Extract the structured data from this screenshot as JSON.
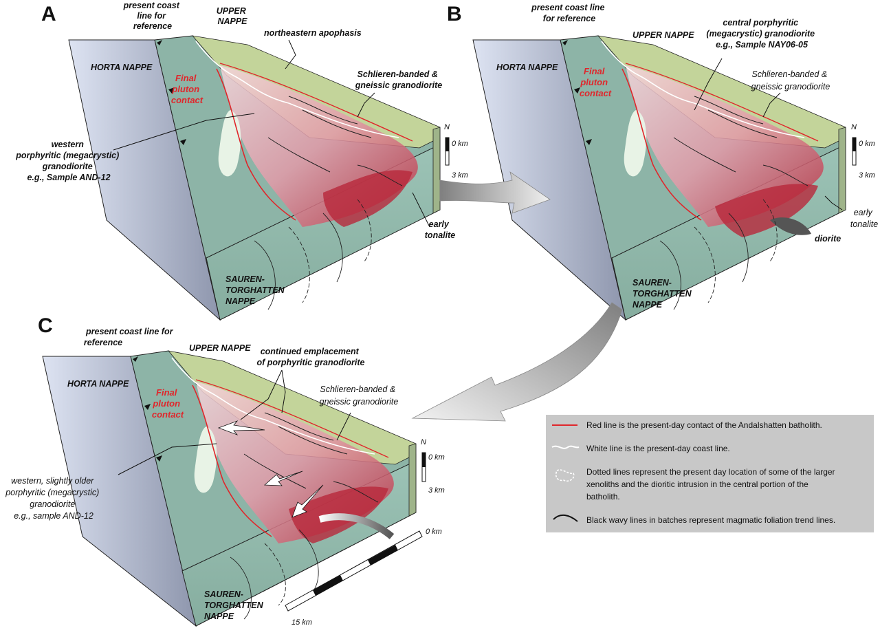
{
  "panels": [
    {
      "letter": "A",
      "coast_ref": [
        "present coast",
        "line for",
        "reference"
      ],
      "upper_nappe": [
        "UPPER",
        "NAPPE"
      ],
      "horta_nappe": "HORTA NAPPE",
      "final_contact": [
        "Final",
        "pluton",
        "contact"
      ],
      "apophasis": "northeastern apophasis",
      "schlieren": [
        "Schlieren-banded &",
        "gneissic granodiorite"
      ],
      "porphyritic": [
        "western",
        "porphyritic (megacrystic)",
        "granodiorite",
        "e.g., Sample AND-12"
      ],
      "early_tonalite": [
        "early",
        "tonalite"
      ],
      "sauren": [
        "SAUREN-",
        "TORGHATTEN",
        "NAPPE"
      ],
      "scale_top": "0 km",
      "scale_bottom": "3 km",
      "north": "N"
    },
    {
      "letter": "B",
      "coast_ref": [
        "present coast line",
        "for reference"
      ],
      "upper_nappe": [
        "UPPER NAPPE"
      ],
      "horta_nappe": "HORTA NAPPE",
      "final_contact": [
        "Final",
        "pluton",
        "contact"
      ],
      "central": [
        "central porphyritic",
        "(megacrystic) granodiorite",
        "e.g., Sample NAY06-05"
      ],
      "schlieren": [
        "Schlieren-banded &",
        "gneissic granodiorite"
      ],
      "early_tonalite": [
        "early",
        "tonalite"
      ],
      "diorite": "diorite",
      "sauren": [
        "SAUREN-",
        "TORGHATTEN",
        "NAPPE"
      ],
      "scale_top": "0 km",
      "scale_bottom": "3 km",
      "north": "N"
    },
    {
      "letter": "C",
      "coast_ref": [
        "present coast line for",
        "reference"
      ],
      "upper_nappe": [
        "UPPER NAPPE"
      ],
      "horta_nappe": "HORTA NAPPE",
      "final_contact": [
        "Final",
        "pluton",
        "contact"
      ],
      "continued": [
        "continued emplacement",
        "of porphyritic granodiorite"
      ],
      "schlieren": [
        "Schlieren-banded &",
        "gneissic granodiorite"
      ],
      "western": [
        "western, slightly older",
        "porphyritic (megacrystic)",
        "granodiorite",
        "e.g., sample AND-12"
      ],
      "sauren": [
        "SAUREN-",
        "TORGHATTEN",
        "NAPPE"
      ],
      "scale_top": "0 km",
      "scale_bottom": "3 km",
      "horiz_scale_start": "0 km",
      "horiz_scale_end": "15 km",
      "north": "N"
    }
  ],
  "legend": {
    "red_line": "Red line is the present-day contact of the Andalshatten batholith.",
    "white_line": "White line is the present-day coast line.",
    "dotted": [
      "Dotted lines represent the present day location of some of the larger",
      "xenoliths and the dioritic intrusion in the central portion of the",
      "batholith."
    ],
    "black_wavy": "Black wavy lines in batches represent magmatic foliation trend lines."
  },
  "colors": {
    "red_contact": "#e0262b",
    "green_top": "#c3d49a",
    "teal_face": "#8fb7aa",
    "pluton_pink": "#e7a5b0",
    "pluton_red": "#b62a3c",
    "legend_bg": "#c8c8c8"
  }
}
